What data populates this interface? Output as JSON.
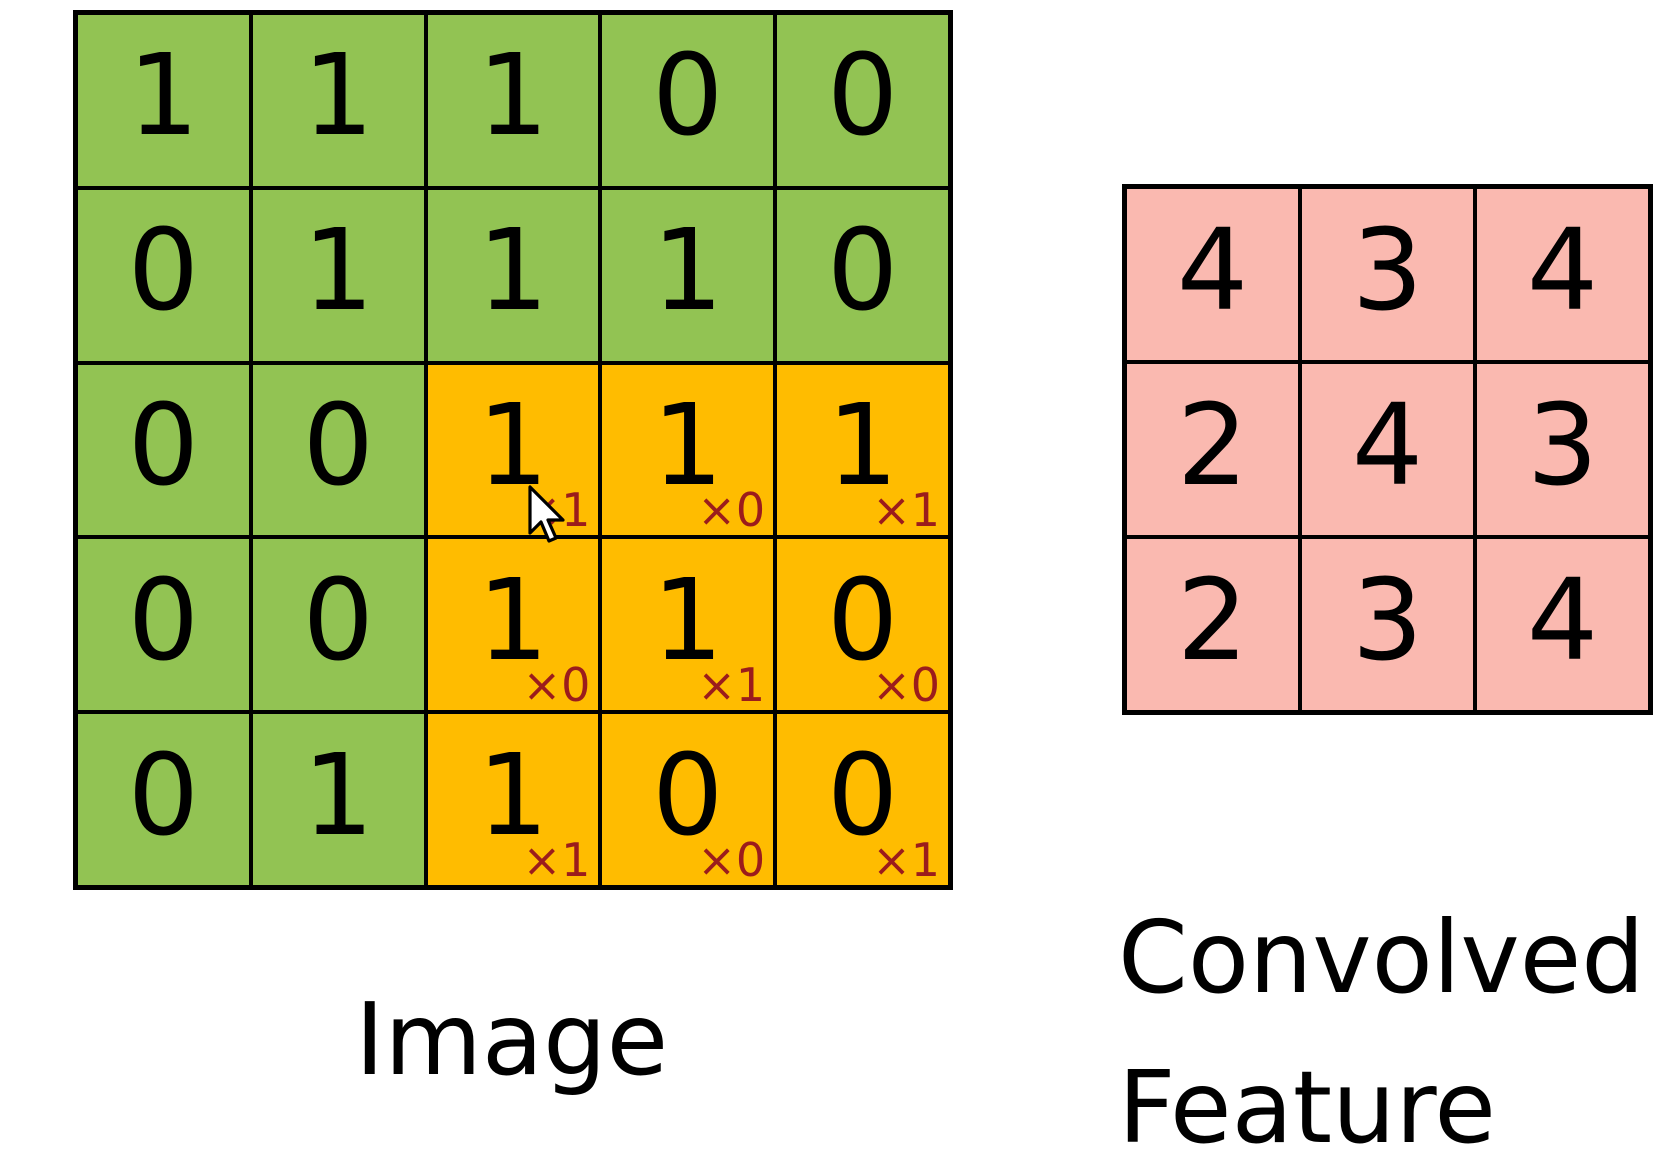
{
  "image": {
    "caption": "Image",
    "rows": [
      [
        "1",
        "1",
        "1",
        "0",
        "0"
      ],
      [
        "0",
        "1",
        "1",
        "1",
        "0"
      ],
      [
        "0",
        "0",
        "1",
        "1",
        "1"
      ],
      [
        "0",
        "0",
        "1",
        "1",
        "0"
      ],
      [
        "0",
        "1",
        "1",
        "0",
        "0"
      ]
    ],
    "kernel": {
      "row_start": 2,
      "col_start": 2,
      "weights": [
        [
          "×1",
          "×0",
          "×1"
        ],
        [
          "×0",
          "×1",
          "×0"
        ],
        [
          "×1",
          "×0",
          "×1"
        ]
      ]
    }
  },
  "feature": {
    "caption_line1": "Convolved",
    "caption_line2": "Feature",
    "rows": [
      [
        "4",
        "3",
        "4"
      ],
      [
        "2",
        "4",
        "3"
      ],
      [
        "2",
        "3",
        "4"
      ]
    ]
  },
  "colors": {
    "image_cell": "#92c353",
    "kernel_cell": "#ffbc00",
    "feature_cell": "#fab9b0",
    "weight_text": "#9b1c1c",
    "grid_line": "#000000"
  },
  "cursor": {
    "icon": "arrow-pointer-icon"
  }
}
